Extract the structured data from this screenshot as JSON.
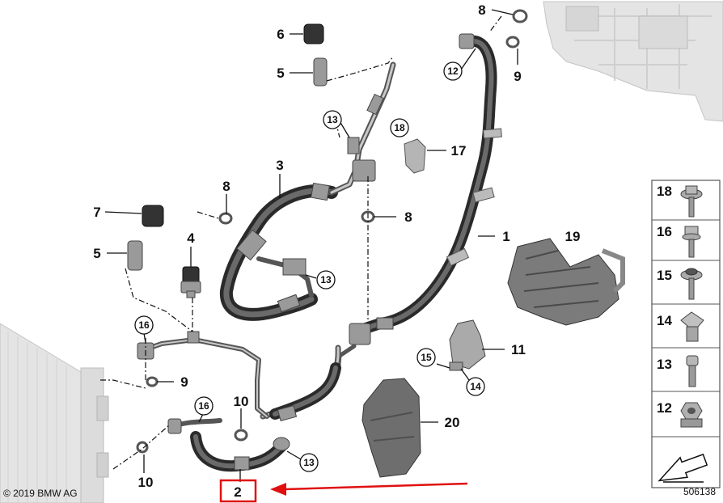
{
  "parts": {
    "p1": "1",
    "p2": "2",
    "p3": "3",
    "p4": "4",
    "p5a": "5",
    "p5b": "5",
    "p6": "6",
    "p7": "7",
    "p8a": "8",
    "p8b": "8",
    "p8c": "8",
    "p9a": "9",
    "p9b": "9",
    "p10a": "10",
    "p10b": "10",
    "p11": "11",
    "p12": "12",
    "p13a": "13",
    "p13b": "13",
    "p13c": "13",
    "p14": "14",
    "p15": "15",
    "p16a": "16",
    "p16b": "16",
    "p17": "17",
    "p18": "18",
    "p19": "19",
    "p20": "20"
  },
  "sidebar": {
    "items": [
      {
        "num": "18",
        "icon": "bolt-flange-icon"
      },
      {
        "num": "16",
        "icon": "bolt-hex-icon"
      },
      {
        "num": "15",
        "icon": "screw-washer-icon"
      },
      {
        "num": "14",
        "icon": "clip-nut-icon"
      },
      {
        "num": "13",
        "icon": "screw-icon"
      },
      {
        "num": "12",
        "icon": "hex-nut-icon"
      }
    ]
  },
  "highlight": {
    "color": "#e01010"
  },
  "footer": {
    "copyright": "© 2019 BMW AG",
    "diagram_id": "506138"
  }
}
